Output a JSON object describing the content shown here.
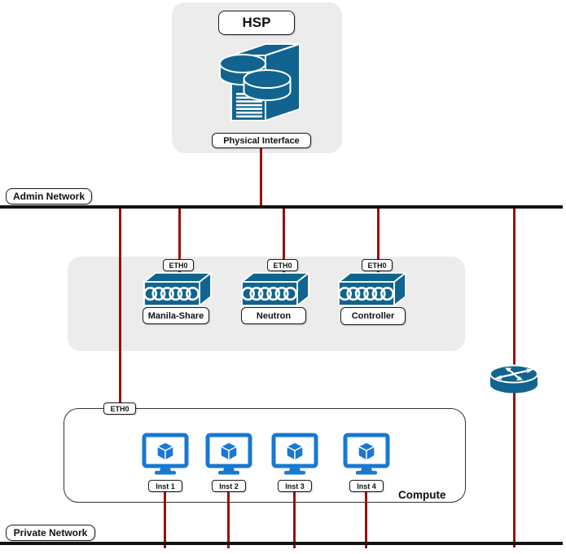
{
  "diagram": {
    "hsp": {
      "title": "HSP",
      "interface_label": "Physical Interface"
    },
    "networks": {
      "admin": "Admin Network",
      "private": "Private Network"
    },
    "switches": [
      {
        "eth": "ETH0",
        "name": "Manila-Share"
      },
      {
        "eth": "ETH0",
        "name": "Neutron"
      },
      {
        "eth": "ETH0",
        "name": "Controller"
      }
    ],
    "compute": {
      "eth": "ETH0",
      "label": "Compute",
      "instances": [
        {
          "name": "Inst 1"
        },
        {
          "name": "Inst 2"
        },
        {
          "name": "Inst 3"
        },
        {
          "name": "Inst 4"
        }
      ]
    },
    "colors": {
      "icon_teal": "#10648f",
      "monitor_blue": "#1878d2",
      "wire_red": "#990f0c",
      "network_black": "#111111",
      "panel_gray": "#ececec"
    }
  }
}
